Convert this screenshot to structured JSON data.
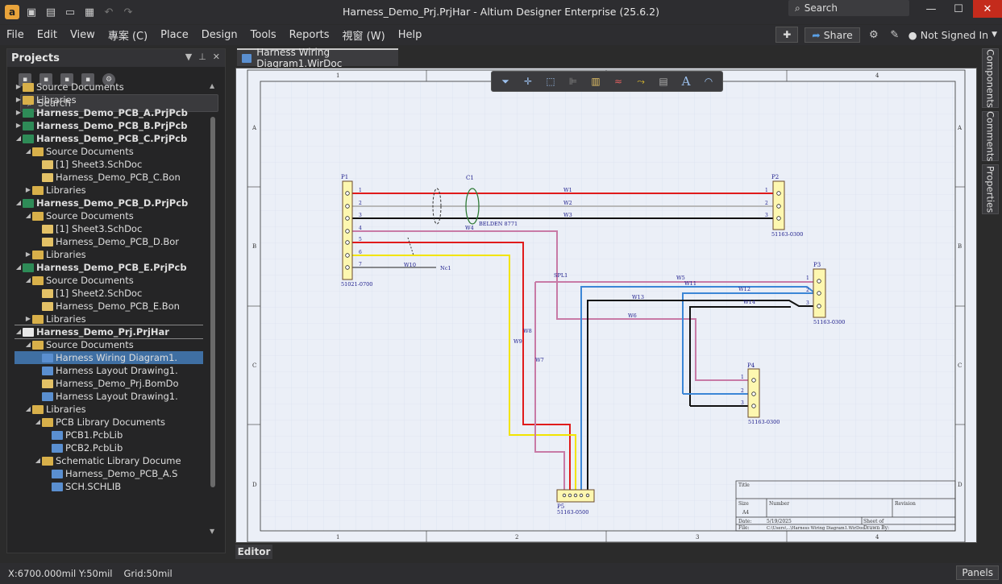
{
  "window": {
    "title": "Harness_Demo_Prj.PrjHar - Altium Designer Enterprise (25.6.2)",
    "search_placeholder": "Search"
  },
  "menu": [
    "File",
    "Edit",
    "View",
    "專案 (C)",
    "Place",
    "Design",
    "Tools",
    "Reports",
    "視窗 (W)",
    "Help"
  ],
  "topright": {
    "share_label": "Share",
    "user_label": "Not Signed In"
  },
  "projects_panel": {
    "title": "Projects",
    "search_placeholder": "Search",
    "tree": [
      {
        "label": "Source Documents",
        "indent": 0,
        "icon": "folder",
        "arrow": "▶"
      },
      {
        "label": "Libraries",
        "indent": 0,
        "icon": "folder",
        "arrow": "▶"
      },
      {
        "label": "Harness_Demo_PCB_A.PrjPcb",
        "indent": 0,
        "icon": "prj",
        "arrow": "▶",
        "bold": true
      },
      {
        "label": "Harness_Demo_PCB_B.PrjPcb",
        "indent": 0,
        "icon": "prj",
        "arrow": "▶",
        "bold": true
      },
      {
        "label": "Harness_Demo_PCB_C.PrjPcb",
        "indent": 0,
        "icon": "prj",
        "arrow": "◢",
        "bold": true
      },
      {
        "label": "Source Documents",
        "indent": 1,
        "icon": "folder",
        "arrow": "◢"
      },
      {
        "label": "[1] Sheet3.SchDoc",
        "indent": 2,
        "icon": "doc",
        "arrow": ""
      },
      {
        "label": "Harness_Demo_PCB_C.Bon",
        "indent": 2,
        "icon": "doc",
        "arrow": ""
      },
      {
        "label": "Libraries",
        "indent": 1,
        "icon": "folder",
        "arrow": "▶"
      },
      {
        "label": "Harness_Demo_PCB_D.PrjPcb",
        "indent": 0,
        "icon": "prj",
        "arrow": "◢",
        "bold": true
      },
      {
        "label": "Source Documents",
        "indent": 1,
        "icon": "folder",
        "arrow": "◢"
      },
      {
        "label": "[1] Sheet3.SchDoc",
        "indent": 2,
        "icon": "doc",
        "arrow": ""
      },
      {
        "label": "Harness_Demo_PCB_D.Bor",
        "indent": 2,
        "icon": "doc",
        "arrow": ""
      },
      {
        "label": "Libraries",
        "indent": 1,
        "icon": "folder",
        "arrow": "▶"
      },
      {
        "label": "Harness_Demo_PCB_E.PrjPcb",
        "indent": 0,
        "icon": "prj",
        "arrow": "◢",
        "bold": true
      },
      {
        "label": "Source Documents",
        "indent": 1,
        "icon": "folder",
        "arrow": "◢"
      },
      {
        "label": "[1] Sheet2.SchDoc",
        "indent": 2,
        "icon": "doc",
        "arrow": ""
      },
      {
        "label": "Harness_Demo_PCB_E.Bon",
        "indent": 2,
        "icon": "doc",
        "arrow": ""
      },
      {
        "label": "Libraries",
        "indent": 1,
        "icon": "folder",
        "arrow": "▶"
      },
      {
        "label": "Harness_Demo_Prj.PrjHar",
        "indent": 0,
        "icon": "har",
        "arrow": "◢",
        "bold": true,
        "outlined": true
      },
      {
        "label": "Source Documents",
        "indent": 1,
        "icon": "folder",
        "arrow": "◢"
      },
      {
        "label": "Harness Wiring Diagram1.",
        "indent": 2,
        "icon": "wire",
        "arrow": "",
        "selected": true
      },
      {
        "label": "Harness Layout Drawing1.",
        "indent": 2,
        "icon": "wire",
        "arrow": ""
      },
      {
        "label": "Harness_Demo_Prj.BomDo",
        "indent": 2,
        "icon": "doc",
        "arrow": ""
      },
      {
        "label": "Harness Layout Drawing1.",
        "indent": 2,
        "icon": "wire",
        "arrow": ""
      },
      {
        "label": "Libraries",
        "indent": 1,
        "icon": "folder",
        "arrow": "◢"
      },
      {
        "label": "PCB Library Documents",
        "indent": 2,
        "icon": "folder",
        "arrow": "◢"
      },
      {
        "label": "PCB1.PcbLib",
        "indent": 3,
        "icon": "wire",
        "arrow": ""
      },
      {
        "label": "PCB2.PcbLib",
        "indent": 3,
        "icon": "wire",
        "arrow": ""
      },
      {
        "label": "Schematic Library Docume",
        "indent": 2,
        "icon": "folder",
        "arrow": "◢"
      },
      {
        "label": "Harness_Demo_PCB_A.S",
        "indent": 3,
        "icon": "wire",
        "arrow": ""
      },
      {
        "label": "SCH.SCHLIB",
        "indent": 3,
        "icon": "wire",
        "arrow": ""
      }
    ]
  },
  "document_tab": "Harness Wiring Diagram1.WirDoc",
  "editor_tab": "Editor",
  "right_panels": [
    "Components",
    "Comments",
    "Properties"
  ],
  "status": {
    "coords": "X:6700.000mil Y:50mil",
    "grid": "Grid:50mil",
    "panels_btn": "Panels"
  },
  "sheet": {
    "zone_cols": [
      "1",
      "2",
      "3",
      "4"
    ],
    "zone_rows": [
      "A",
      "B",
      "C",
      "D"
    ],
    "connectors": {
      "P1": {
        "name": "P1",
        "part": "51021-0700",
        "pins": [
          "1",
          "2",
          "3",
          "4",
          "5",
          "6",
          "7"
        ]
      },
      "P2": {
        "name": "P2",
        "part": "51163-0300",
        "pins": [
          "1",
          "2",
          "3"
        ]
      },
      "P3": {
        "name": "P3",
        "part": "51163-0300",
        "pins": [
          "1",
          "2",
          "3"
        ]
      },
      "P4": {
        "name": "P4",
        "part": "51163-0300",
        "pins": [
          "1",
          "2",
          "3"
        ]
      },
      "P5": {
        "name": "P5",
        "part": "51163-0500"
      }
    },
    "cable": {
      "name": "C1",
      "type": "BELDEN 8771"
    },
    "splice": "SPL1",
    "nc": "Nc1",
    "wires": [
      "W1",
      "W2",
      "W3",
      "W4",
      "W5",
      "W6",
      "W7",
      "W8",
      "W9",
      "W10",
      "W11",
      "W12",
      "W13",
      "W14"
    ],
    "title_block": {
      "title": "Title",
      "size_label": "Size",
      "size": "A4",
      "number_label": "Number",
      "revision_label": "Revision",
      "date_label": "Date:",
      "date": "5/19/2025",
      "sheet_label": "Sheet   of",
      "file_label": "File:",
      "file": "C:\\Users\\...\\Harness Wiring Diagram1.WirDoc",
      "drawn_label": "Drawn By:"
    }
  }
}
